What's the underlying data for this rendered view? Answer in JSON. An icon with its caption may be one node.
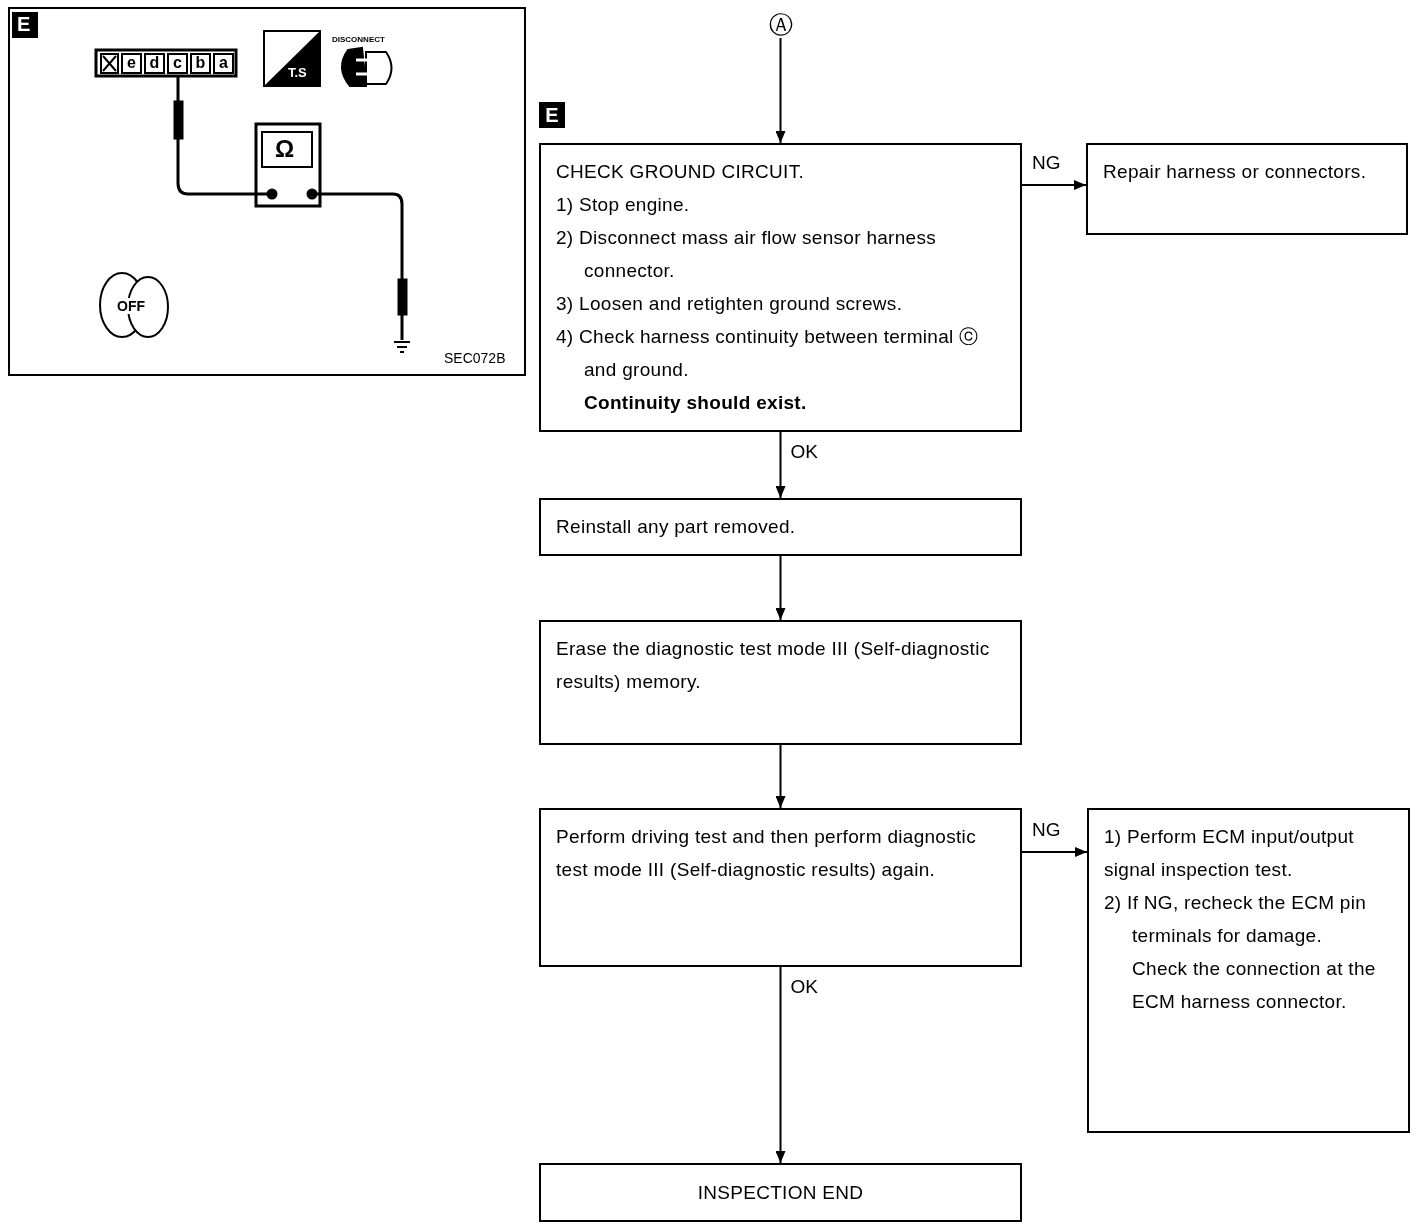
{
  "diagram": {
    "nodes": [
      {
        "text": [
          "Ⓐ"
        ]
      },
      {
        "text": [
          "CHECK GROUND CIRCUIT.",
          "1) Stop engine.",
          "2) Disconnect mass air flow sensor harness connector.",
          "3) Loosen and retighten ground screws.",
          "4) Check harness continuity between terminal ⓒ and ground.",
          "Continuity should exist."
        ]
      },
      {
        "text": [
          "Repair harness or connectors."
        ]
      },
      {
        "text": [
          "Reinstall any part removed."
        ]
      },
      {
        "text": [
          "Erase the diagnostic test mode III (Self-diagnostic results) memory."
        ]
      },
      {
        "text": [
          "Perform driving test and then perform diagnostic test mode III (Self-diagnostic results) again."
        ]
      },
      {
        "text": [
          "1) Perform ECM input/output signal inspection test.",
          "2) If NG, recheck the ECM pin terminals for damage.",
          "Check the connection at the ECM harness connector."
        ]
      },
      {
        "text": [
          "INSPECTION END"
        ]
      }
    ],
    "edges": [
      {
        "from": 0,
        "to": 1,
        "arrow": "to"
      },
      {
        "from": 1,
        "to": 2,
        "arrow": "to",
        "label": "NG"
      },
      {
        "from": 1,
        "to": 3,
        "arrow": "to",
        "label": "OK"
      },
      {
        "from": 3,
        "to": 4,
        "arrow": "to"
      },
      {
        "from": 4,
        "to": 5,
        "arrow": "to"
      },
      {
        "from": 5,
        "to": 6,
        "arrow": "to",
        "label": "NG"
      },
      {
        "from": 5,
        "to": 7,
        "arrow": "to",
        "label": "OK"
      }
    ],
    "labels": [
      "E",
      "e",
      "d",
      "c",
      "b",
      "a",
      "T.S",
      "DISCONNECT",
      "Ω",
      "OFF",
      "SEC072B",
      "E"
    ]
  }
}
